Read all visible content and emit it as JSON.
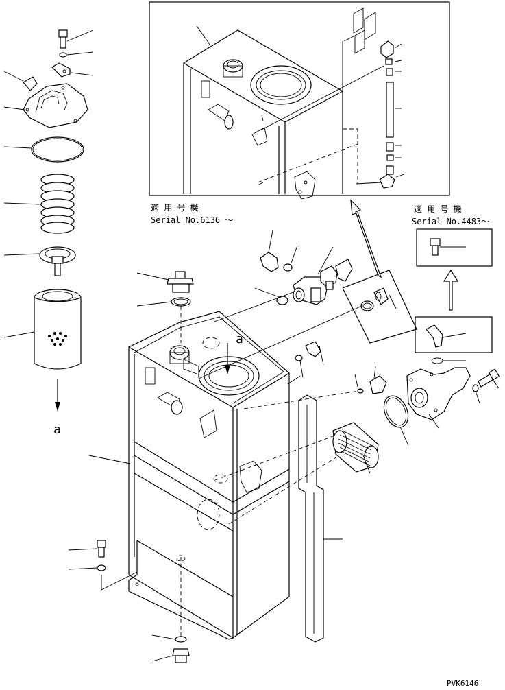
{
  "inset_top": {
    "label_jp": "適 用 号 機",
    "serial": "Serial No.6136 ～"
  },
  "inset_right": {
    "label_jp": "適 用 号 機",
    "serial": "Serial No.4483～"
  },
  "view_marks": {
    "left_arrow_label": "a",
    "tank_arrow_label": "a"
  },
  "drawing_code": "PVK6146"
}
